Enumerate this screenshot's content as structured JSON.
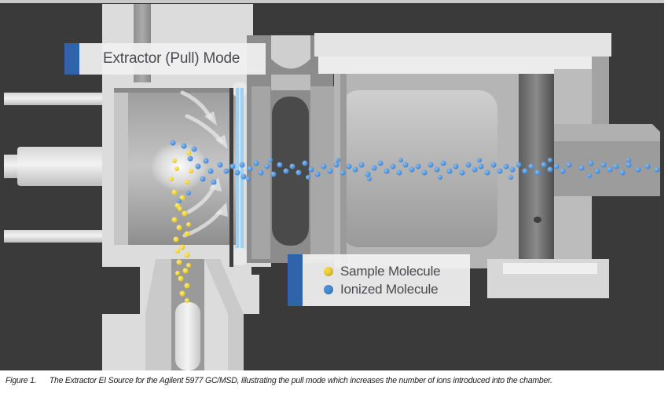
{
  "figure": {
    "title_label": "Extractor (Pull) Mode",
    "legend": {
      "items": [
        {
          "label": "Sample Molecule",
          "color": "#f2d43a"
        },
        {
          "label": "Ionized Molecule",
          "color": "#4a8fd8"
        }
      ]
    },
    "colors": {
      "background": "#3a3a3a",
      "metal_light": "#e4e4e4",
      "metal_mid": "#a9a9a9",
      "metal_dark": "#707070",
      "accent_blue": "#2f63aa",
      "extractor_lens": "#9fd0f2",
      "sample_molecule": "#f2d43a",
      "ionized_molecule": "#4a8fd8"
    }
  },
  "caption": {
    "number": "Figure 1.",
    "text": "The Extractor EI Source for the Agilent 5977 GC/MSD, illustrating the pull mode which increases the number of ions introduced into the chamber."
  }
}
